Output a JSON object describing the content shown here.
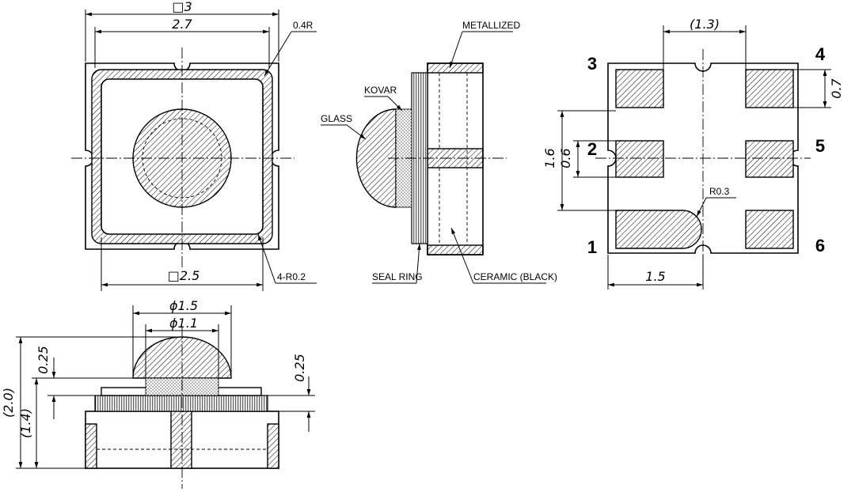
{
  "top_view": {
    "outer_size": "□3",
    "inner_width": "2.7",
    "corner_radius": "0.4R",
    "cavity_size": "□2.5",
    "cavity_radius": "4-R0.2"
  },
  "side_section": {
    "metallized": "METALLIZED",
    "kovar": "KOVAR",
    "glass": "GLASS",
    "seal_ring": "SEAL RING",
    "ceramic": "CERAMIC (BLACK)"
  },
  "bottom_view": {
    "pad_pitch": "(1.3)",
    "pad_height": "0.7",
    "row_span": "1.6",
    "pad_gap": "0.6",
    "notch_radius": "R0.3",
    "pad_width": "1.5",
    "pins": [
      "3",
      "4",
      "2",
      "5",
      "1",
      "6"
    ]
  },
  "front_view": {
    "lens_outer_dia": "ϕ1.5",
    "lens_inner_dia": "ϕ1.1",
    "lens_height": "0.25",
    "total_height": "(2.0)",
    "body_height": "(1.4)",
    "ring_height": "0.25"
  }
}
